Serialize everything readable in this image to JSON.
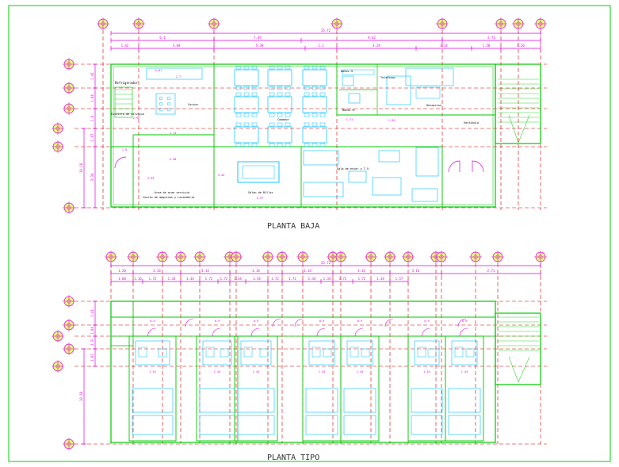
{
  "colors": {
    "border": "#00d000",
    "wall": "#00c800",
    "dim": "#e000e0",
    "axis": "#d80000",
    "furniture": "#00c0ff",
    "bubble_fill": "#e6f57a",
    "title": "#333333"
  },
  "titles": {
    "ground": "PLANTA BAJA",
    "typical": "PLANTA TIPO"
  },
  "ground_dims": {
    "total": "25.72",
    "row2": [
      "6.1",
      "7.49",
      "9.42",
      "2.71"
    ],
    "row3": [
      "1.42",
      "4.69",
      "5.39",
      "2.1",
      "4.29",
      "3.14",
      "1.58",
      "1.20"
    ],
    "left": [
      "1.41",
      "1.84",
      "1.9",
      "1.67",
      "3.34"
    ],
    "left_total": "10.18",
    "inner": [
      "5.87",
      "2.7",
      "2.95",
      "3.44",
      "4.48",
      "1.8",
      "4.93",
      "5.97",
      "2.14",
      "1.71",
      "1.94"
    ]
  },
  "ground_rooms": {
    "refrigerador": "Refrigerador",
    "escalera": "Escalera de servicio",
    "cocina": "Cocina",
    "comedor": "Comedor",
    "bano_h": "Baños H.",
    "bano_m": "Baños M.",
    "telefonos": "Telefonos",
    "recepcion": "Recepcion",
    "vestibulo": "Vestibulo",
    "sala": "Sala de estar y T.V.",
    "billar": "Salon de Billar",
    "servicio": "Area de area servicio",
    "cuarto": "Cuarto de maquinas y Lavanderia"
  },
  "typical_dims": {
    "total": "25.72",
    "row2": [
      "1.20",
      "3.14",
      "3.14",
      "3.14",
      "3.14",
      "3.14",
      "3.14",
      "2.71"
    ],
    "row3": [
      "1.60",
      "1.16",
      "1.72",
      "1.34",
      "1.34",
      "1.72",
      "1.72",
      "1.34",
      "1.34",
      "1.72",
      "1.72",
      "1.34",
      "1.34",
      "1.72",
      "1.72",
      "1.34",
      "1.57"
    ],
    "left": [
      "1.41",
      "1.84",
      "1.9",
      "1.67"
    ],
    "left_total": "10.18"
  },
  "typical_labels": {
    "door": "0.9",
    "bath": "1.44"
  }
}
